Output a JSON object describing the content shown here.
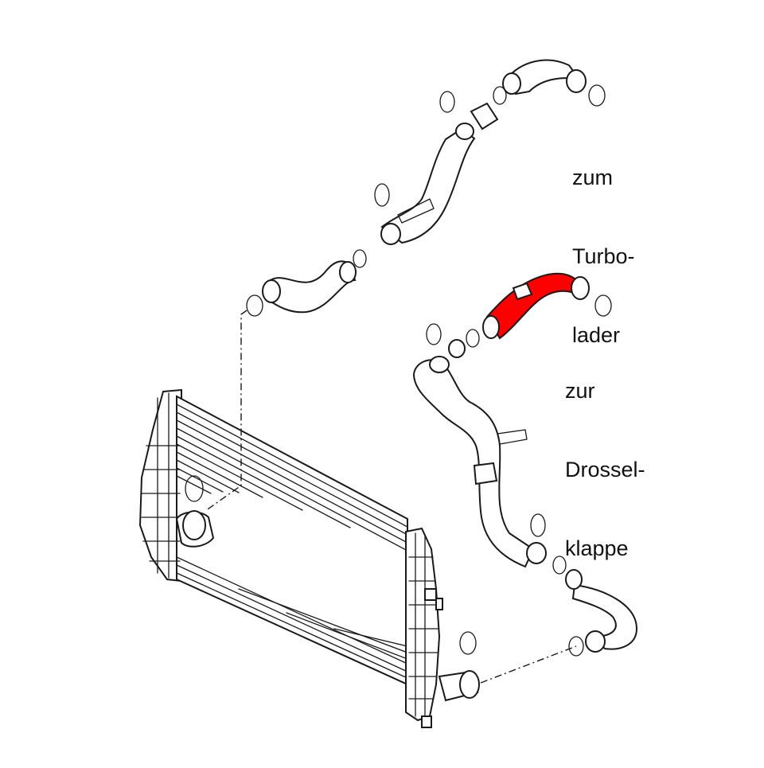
{
  "labels": {
    "turbo": [
      "zum",
      "Turbo-",
      "lader"
    ],
    "throttle": [
      "zur",
      "Drossel-",
      "klappe"
    ]
  },
  "colors": {
    "highlight": "#ff0000",
    "line": "#1a1a1a",
    "background": "#ffffff"
  }
}
